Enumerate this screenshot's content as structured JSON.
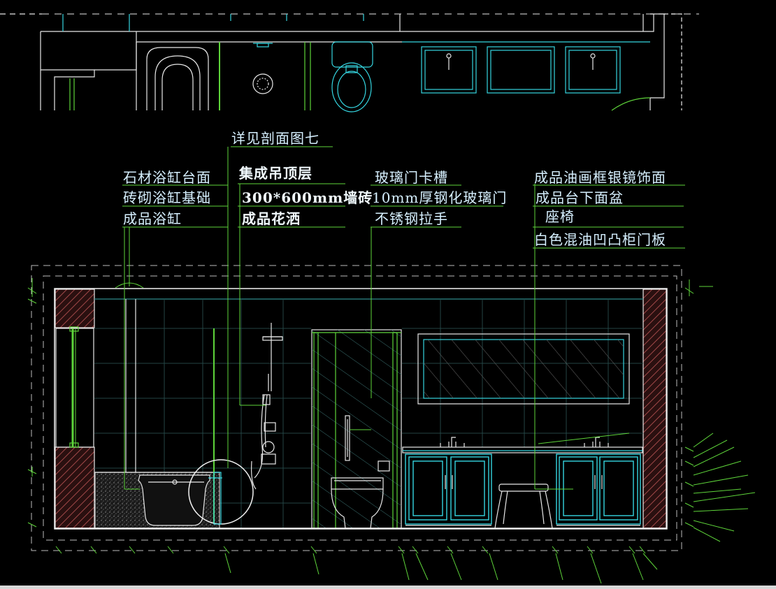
{
  "drawing": {
    "section_ref": "详见剖面图七",
    "group_left": [
      "石材浴缸台面",
      "砖砌浴缸基础",
      "成品浴缸"
    ],
    "group_ceiling": [
      "集成吊顶层",
      "300*600mm墙砖",
      "成品花洒"
    ],
    "group_glass": [
      "玻璃门卡槽",
      "10mm厚钢化玻璃门",
      "不锈钢拉手"
    ],
    "group_vanity": [
      "成品油画框银镜饰面",
      "成品台下面盆",
      "座椅",
      "白色混油凹凸柜门板"
    ]
  },
  "colors": {
    "background": "#000000",
    "line_cyan": "#35d5e0",
    "line_green": "#5ed43a",
    "line_white": "#e8e8e8",
    "wall_hatch": "#6a3030",
    "text": "#d6f0ff"
  }
}
